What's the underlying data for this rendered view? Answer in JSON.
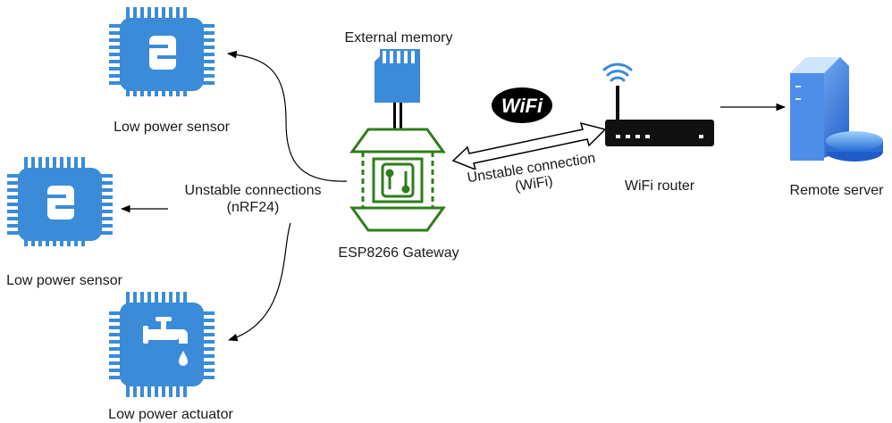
{
  "nodes": {
    "sensor_top": "Low power sensor",
    "sensor_middle": "Low power sensor",
    "actuator": "Low power actuator",
    "memory": "External memory",
    "gateway": "ESP8266 Gateway",
    "router": "WiFi router",
    "server": "Remote server"
  },
  "edges": {
    "nrf_line1": "Unstable connections",
    "nrf_line2": "(nRF24)",
    "wifi_line1": "Unstable connection",
    "wifi_line2": "(WiFi)"
  },
  "badge": {
    "wifi_text": "WiFi"
  },
  "colors": {
    "chip_blue": "#3b8bd9",
    "chip_dark": "#2e6fb3",
    "gateway_green": "#2e7d1a",
    "router_black": "#111111",
    "server_blue": "#2f6fd6"
  },
  "icons": {
    "chip": "microchip-icon",
    "faucet": "faucet-icon",
    "sd_card": "sd-card-icon",
    "gateway": "iot-gateway-icon",
    "router": "router-icon",
    "server": "server-icon",
    "wifi_badge": "wifi-logo-icon"
  }
}
